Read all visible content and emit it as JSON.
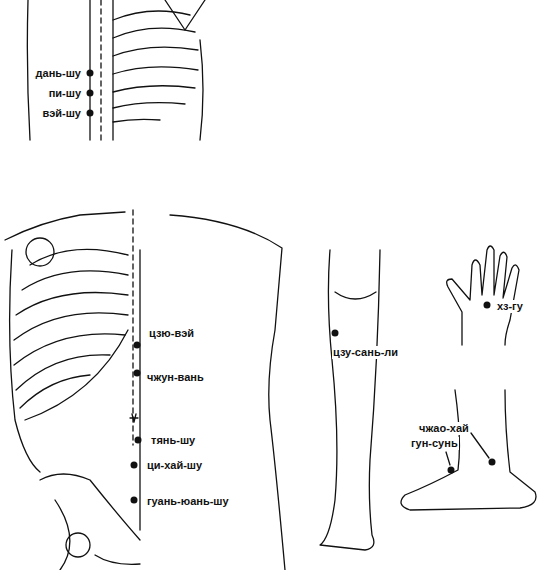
{
  "diagram": {
    "labels": [
      "дань-шу",
      "пи-шу",
      "вэй-шу",
      "цзю-вэй",
      "чжун-вань",
      "тянь-шу",
      "ци-хай-шу",
      "гуань-юань-шу",
      "цзу-сань-ли",
      "хз-гу",
      "чжао-хай",
      "гун-сунь"
    ]
  }
}
